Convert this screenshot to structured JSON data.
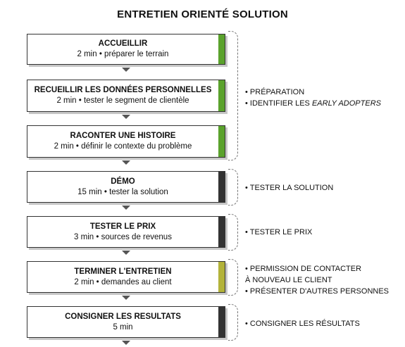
{
  "title": "ENTRETIEN ORIENTÉ SOLUTION",
  "colors": {
    "green": "#5aa22c",
    "dark": "#333333",
    "olive": "#b3b33a"
  },
  "steps": [
    {
      "name": "ACCUEILLIR",
      "desc": "2 min • préparer le terrain",
      "bar": "green"
    },
    {
      "name": "RECUEILLIR LES DONNÉES PERSONNELLES",
      "desc": "2 min • tester le segment de clientèle",
      "bar": "green"
    },
    {
      "name": "RACONTER UNE HISTOIRE",
      "desc": "2 min • définir le contexte du problème",
      "bar": "green"
    },
    {
      "name": "DÉMO",
      "desc": "15 min • tester la solution",
      "bar": "dark"
    },
    {
      "name": "TESTER LE PRIX",
      "desc": "3 min • sources de revenus",
      "bar": "dark"
    },
    {
      "name": "TERMINER L'ENTRETIEN",
      "desc": "2 min • demandes au client",
      "bar": "olive"
    },
    {
      "name": "CONSIGNER LES RESULTATS",
      "desc": "5 min",
      "bar": "dark"
    }
  ],
  "notes": {
    "group1": {
      "line1": "PRÉPARATION",
      "line2_prefix": "IDENTIFIER LES ",
      "line2_emph": "EARLY ADOPTERS"
    },
    "group2": {
      "line1": "TESTER LA SOLUTION"
    },
    "group3": {
      "line1": "TESTER LE PRIX"
    },
    "group4": {
      "line1": "PERMISSION DE CONTACTER",
      "line1_cont": "À NOUVEAU LE CLIENT",
      "line2": "PRÉSENTER D'AUTRES PERSONNES"
    },
    "group5": {
      "line1": "CONSIGNER LES RÉSULTATS"
    }
  }
}
